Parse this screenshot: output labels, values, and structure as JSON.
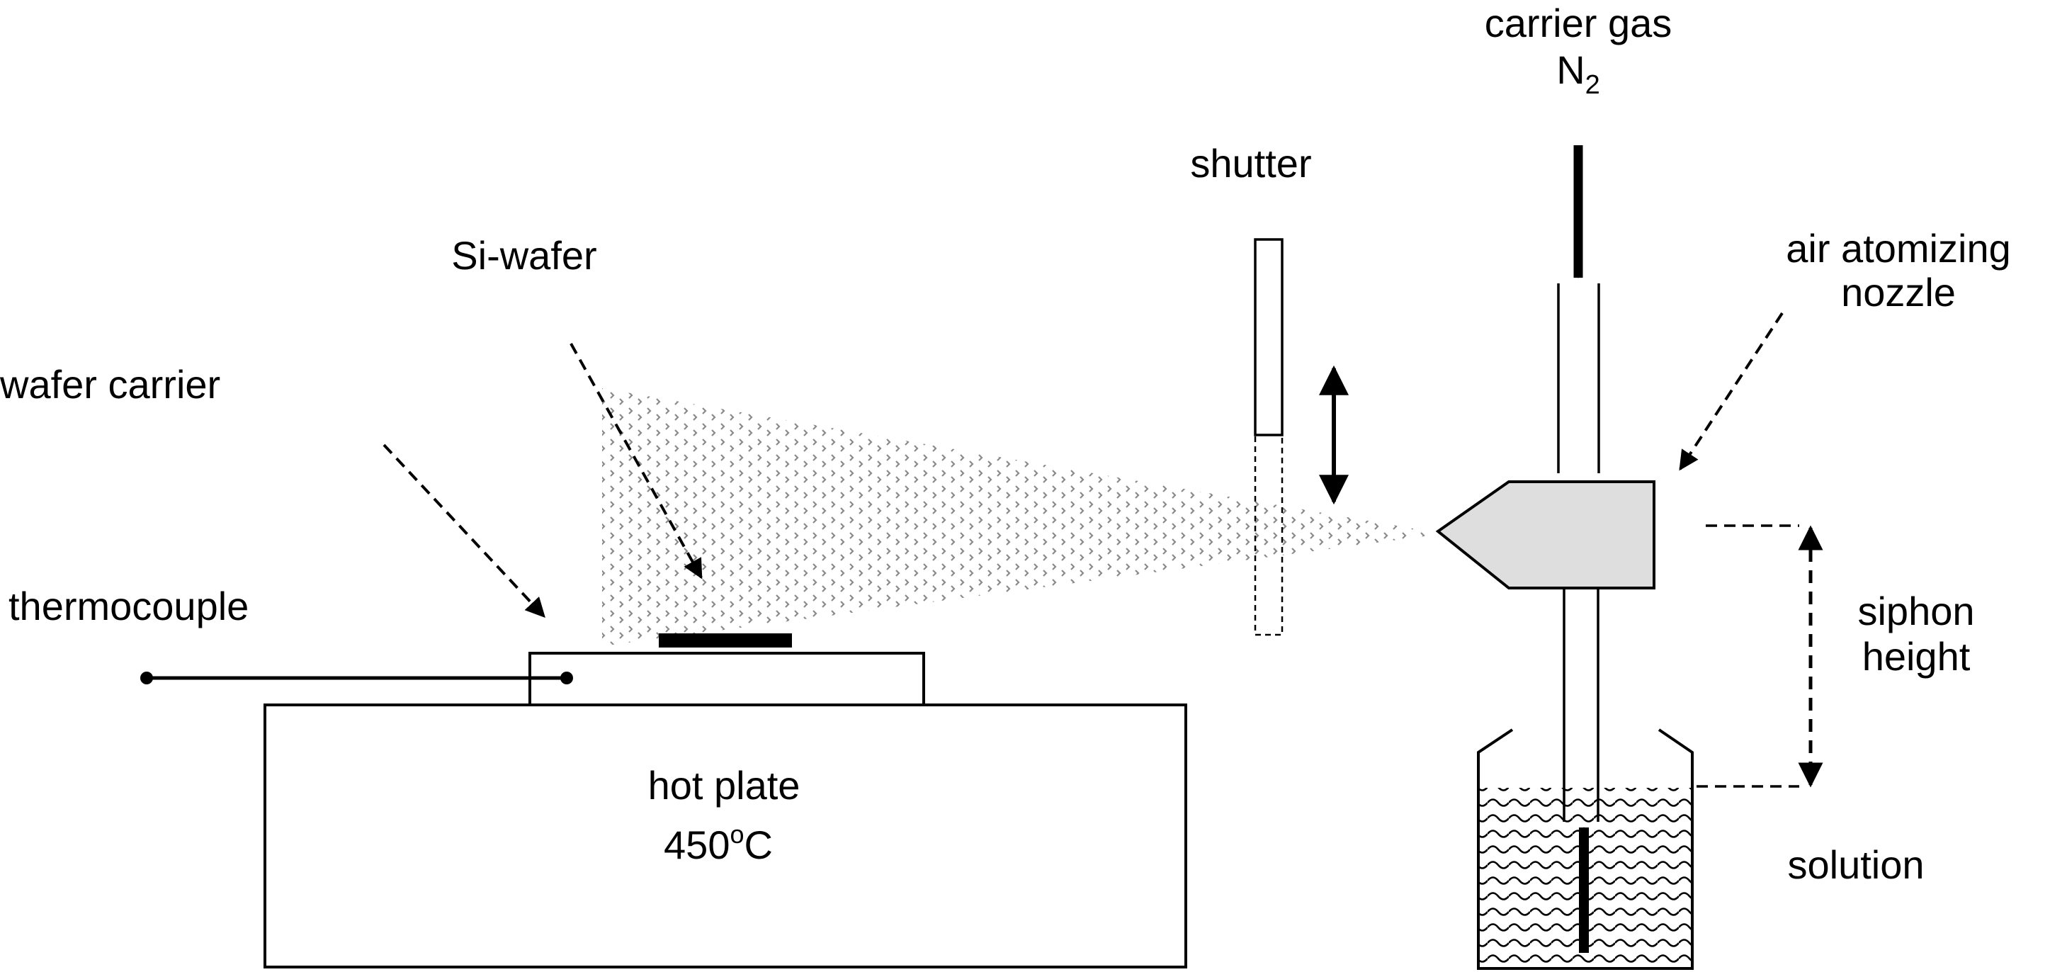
{
  "labels": {
    "carrier_gas": "carrier gas",
    "n2_base": "N",
    "n2_sub": "2",
    "shutter": "shutter",
    "si_wafer": "Si-wafer",
    "air_atomizing_line1": "air atomizing",
    "air_atomizing_line2": "nozzle",
    "wafer_carrier": "wafer carrier",
    "thermocouple": "thermocouple",
    "siphon_line1": "siphon",
    "siphon_line2": "height",
    "hot_plate": "hot plate",
    "temp_value": "450",
    "temp_sup": "o",
    "temp_unit": "C",
    "solution": "solution"
  },
  "colors": {
    "stroke": "#000000",
    "nozzle_fill": "#dedede",
    "spray": "#8a8a8a",
    "background": "#ffffff"
  }
}
